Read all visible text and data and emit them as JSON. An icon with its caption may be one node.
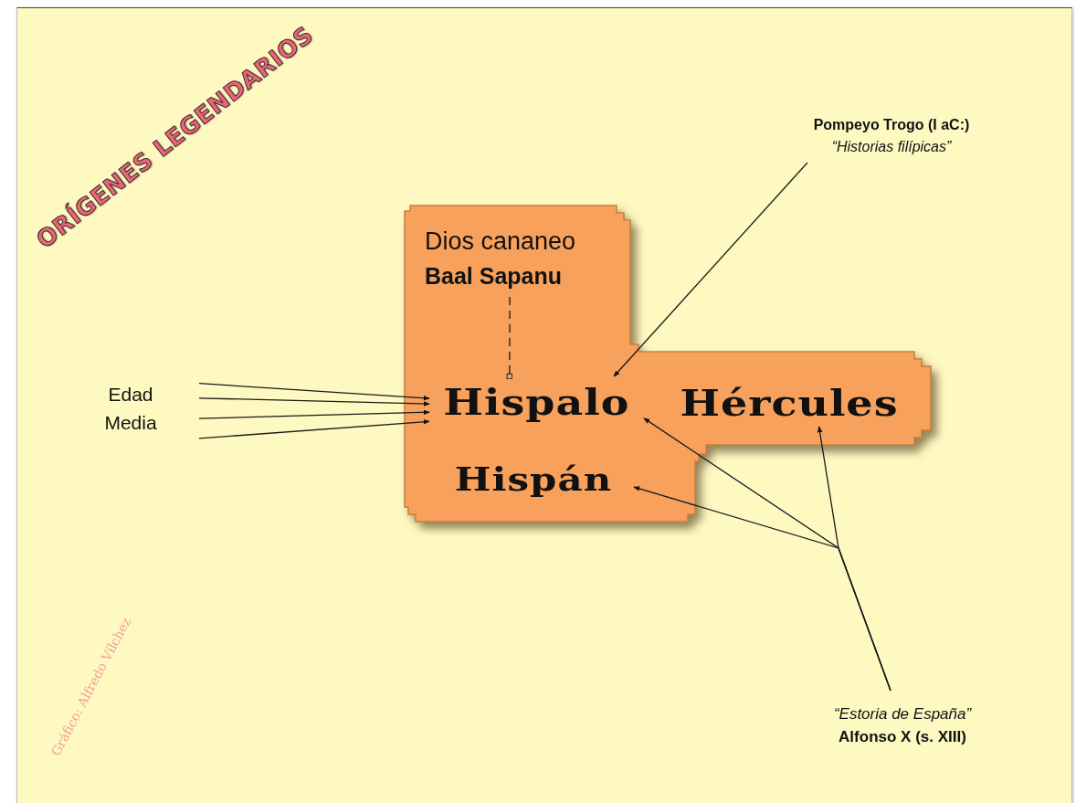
{
  "diagram": {
    "title": "ORÍGENES LEGENDARIOS",
    "nodes": [
      {
        "text": [],
        "shape": "box"
      },
      {
        "text": [
          "Dios cananeo",
          "Baal Sapanu"
        ],
        "in": 0
      },
      {
        "text": [
          "Hispalo"
        ],
        "in": 0
      },
      {
        "text": [
          "Hércules"
        ],
        "in": 0
      },
      {
        "text": [
          "Hispán"
        ],
        "in": 0
      },
      {
        "text": [
          "Edad Media"
        ]
      },
      {
        "text": [
          "Pompeyo Trogo (I aC:)",
          "“Historias filípicas”"
        ]
      },
      {
        "text": [
          "“Estoria de España”",
          "Alfonso X (s. XIII)"
        ]
      }
    ],
    "edges": [
      {
        "from": 1,
        "to": 2,
        "arrow": "other",
        "style": "dashed"
      },
      {
        "from": 5,
        "to": 2,
        "arrow": "to"
      },
      {
        "from": 5,
        "to": 2,
        "arrow": "to"
      },
      {
        "from": 5,
        "to": 2,
        "arrow": "to"
      },
      {
        "from": 5,
        "to": 2,
        "arrow": "to"
      },
      {
        "from": 6,
        "to": 2,
        "arrow": "to"
      },
      {
        "from": 7,
        "to": 2,
        "arrow": "to"
      },
      {
        "from": 7,
        "to": 3,
        "arrow": "to"
      },
      {
        "from": 7,
        "to": 4,
        "arrow": "to"
      }
    ],
    "labels": [
      "Gráfico: Alfredo Vílchez"
    ]
  }
}
